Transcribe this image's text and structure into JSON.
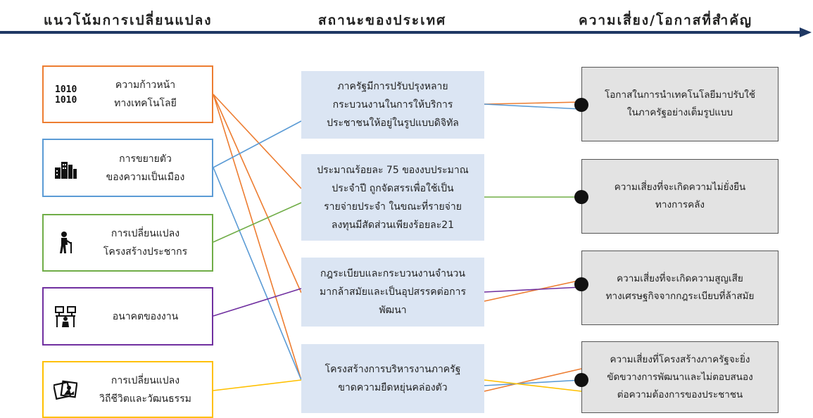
{
  "headers": {
    "trends": "แนวโน้มการเปลี่ยนแปลง",
    "status": "สถานะของประเทศ",
    "risks": "ความเสี่ยง/โอกาสที่สำคัญ"
  },
  "trends": [
    {
      "label": "ความก้าวหน้าทางเทคโนโลยี",
      "line1": "ความก้าวหน้า",
      "line2": "ทางเทคโนโลยี",
      "icon": "binary-code-icon",
      "color": "#ed7d31"
    },
    {
      "label": "การขยายตัวของความเป็นเมือง",
      "line1": "การขยายตัว",
      "line2": "ของความเป็นเมือง",
      "icon": "city-buildings-icon",
      "color": "#5b9bd5"
    },
    {
      "label": "การเปลี่ยนแปลงโครงสร้างประชากร",
      "line1": "การเปลี่ยนแปลง",
      "line2": "โครงสร้างประชากร",
      "icon": "elderly-person-icon",
      "color": "#70ad47"
    },
    {
      "label": "อนาคตของงาน",
      "line1": "อนาคตของงาน",
      "line2": "",
      "icon": "workers-network-icon",
      "color": "#7030a0"
    },
    {
      "label": "การเปลี่ยนแปลงวิถีชีวิตและวัฒนธรรม",
      "line1": "การเปลี่ยนแปลง",
      "line2": "วิถีชีวิตและวัฒนธรรม",
      "icon": "photo-frames-icon",
      "color": "#ffc000"
    }
  ],
  "statuses": [
    {
      "line1": "ภาครัฐมีการปรับปรุงหลาย",
      "line2": "กระบวนงานในการให้บริการ",
      "line3": "ประชาชนให้อยู่ในรูปแบบดิจิทัล",
      "line4": ""
    },
    {
      "line1": "ประมาณร้อยละ 75 ของงบประมาณ",
      "line2": "ประจำปี ถูกจัดสรรเพื่อใช้เป็น",
      "line3": "รายจ่ายประจำ ในขณะที่รายจ่าย",
      "line4": "ลงทุนมีสัดส่วนเพียงร้อยละ21"
    },
    {
      "line1": "กฎระเบียบและกระบวนงานจำนวน",
      "line2": "มากล้าสมัยและเป็นอุปสรรคต่อการ",
      "line3": "พัฒนา",
      "line4": ""
    },
    {
      "line1": "โครงสร้างการบริหารงานภาครัฐ",
      "line2": "ขาดความยืดหยุ่นคล่องตัว",
      "line3": "",
      "line4": ""
    }
  ],
  "risks": [
    {
      "line1": "โอกาสในการนำเทคโนโลยีมาปรับใช้",
      "line2": "ในภาครัฐอย่างเต็มรูปแบบ",
      "line3": ""
    },
    {
      "line1": "ความเสี่ยงที่จะเกิดความไม่ยั่งยืน",
      "line2": "ทางการคลัง",
      "line3": ""
    },
    {
      "line1": "ความเสี่ยงที่จะเกิดความสูญเสีย",
      "line2": "ทางเศรษฐกิจจากกฎระเบียบที่ล้าสมัย",
      "line3": ""
    },
    {
      "line1": "ความเสี่ยงที่โครงสร้างภาครัฐจะยิ่ง",
      "line2": "ขัดขวางการพัฒนาและไม่ตอบสนอง",
      "line3": "ต่อความต้องการของประชาชน"
    }
  ],
  "colors": {
    "orange": "#ed7d31",
    "blue": "#5b9bd5",
    "green": "#70ad47",
    "purple": "#7030a0",
    "yellow": "#ffc000",
    "status_fill": "#dbe5f3",
    "risk_fill": "#e3e3e3",
    "header_arrow": "#1f3864"
  }
}
